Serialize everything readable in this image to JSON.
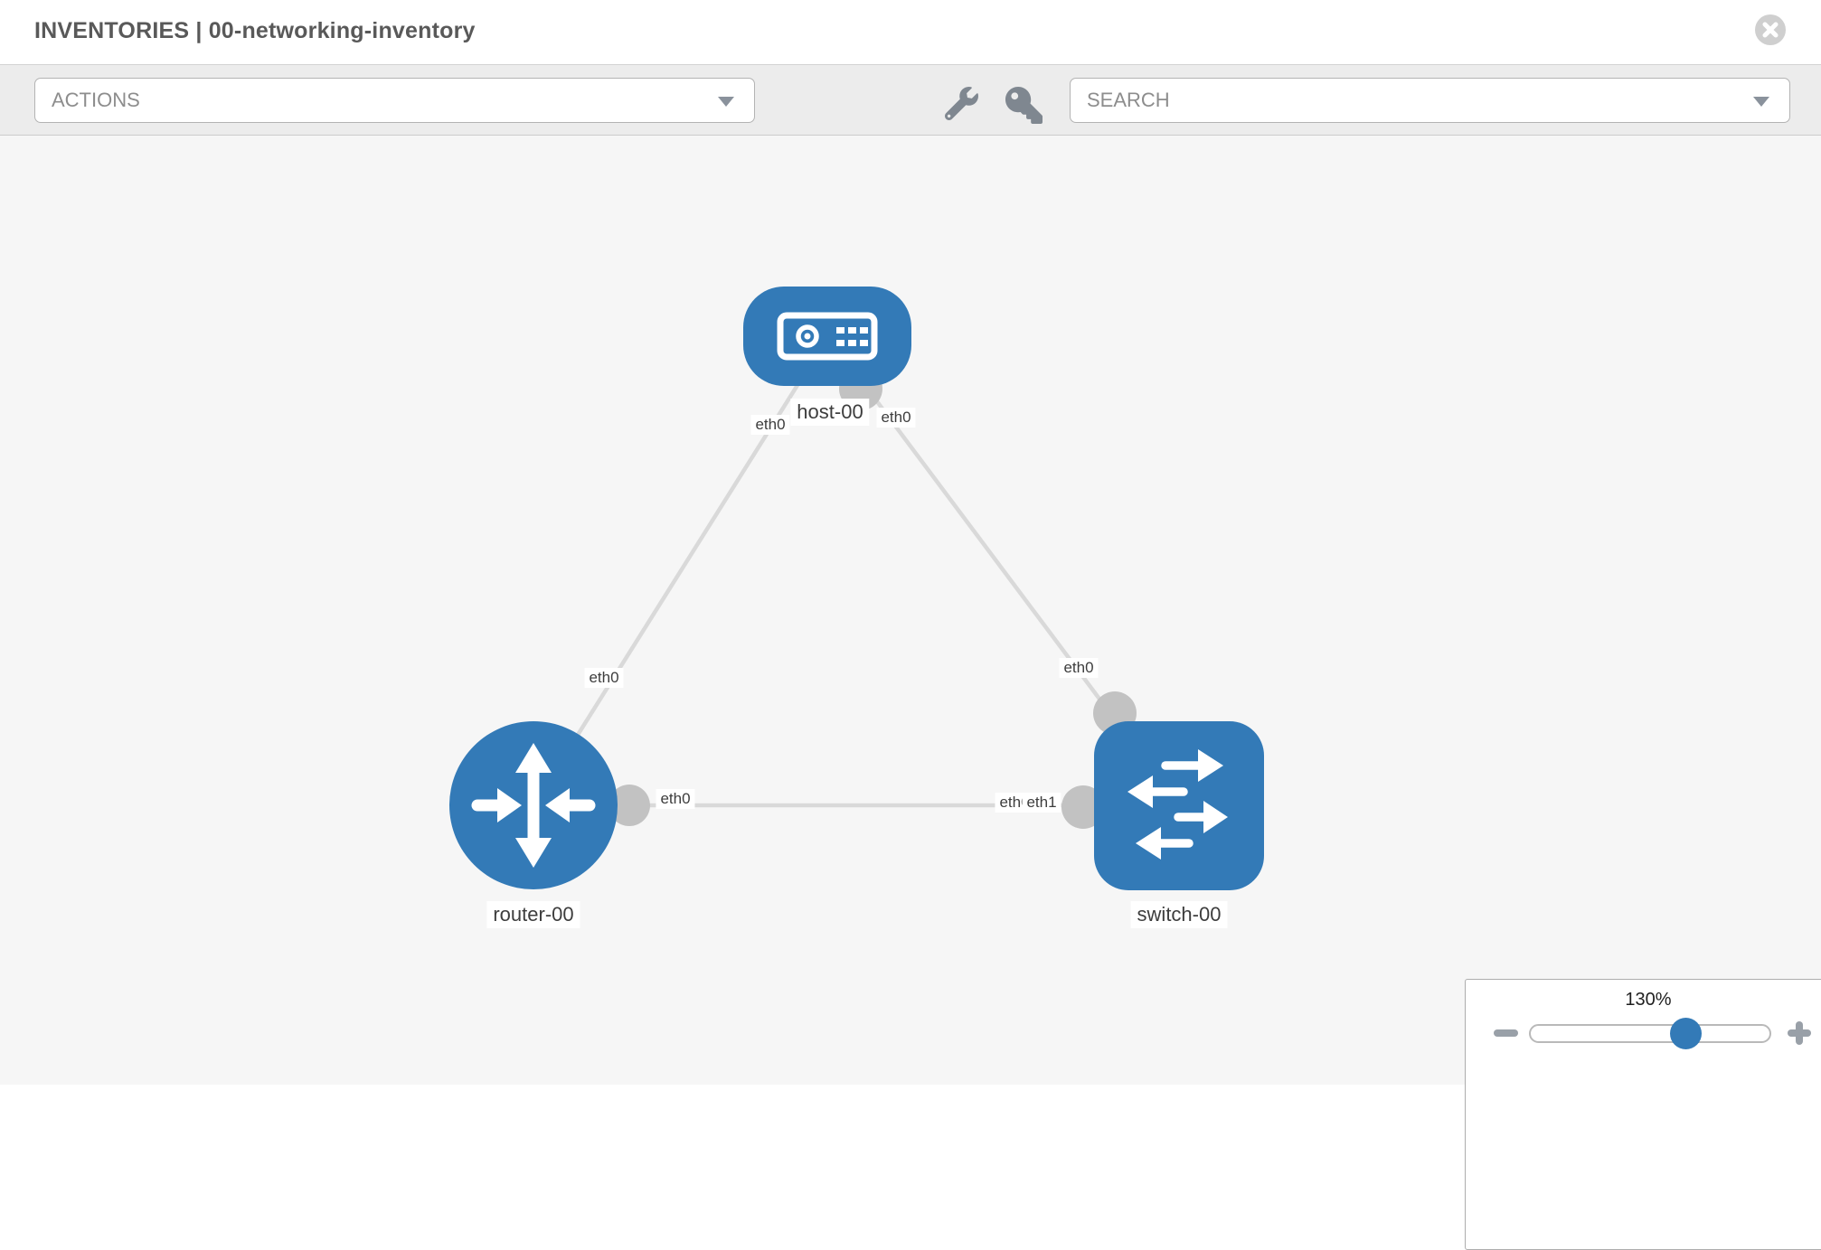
{
  "header": {
    "title": "INVENTORIES | 00-networking-inventory"
  },
  "toolbar": {
    "actions_label": "ACTIONS",
    "search_placeholder": "SEARCH",
    "icons": [
      "wrench-icon",
      "key-icon"
    ]
  },
  "topology": {
    "nodes": [
      {
        "id": "host-00",
        "type": "host",
        "label": "host-00"
      },
      {
        "id": "router-00",
        "type": "router",
        "label": "router-00"
      },
      {
        "id": "switch-00",
        "type": "switch",
        "label": "switch-00"
      }
    ],
    "links": [
      {
        "source": "host-00",
        "target": "router-00",
        "source_interface": "eth0",
        "target_interface": "eth0"
      },
      {
        "source": "host-00",
        "target": "switch-00",
        "source_interface": "eth0",
        "target_interface": "eth0"
      },
      {
        "source": "router-00",
        "target": "switch-00",
        "source_interface": "eth0",
        "target_interface": "eth1",
        "overlapped_interface": "eth0"
      }
    ]
  },
  "zoom_control": {
    "level": "130%"
  },
  "colors": {
    "node_fill": "#337ab7",
    "link_stroke": "#d9d9d9",
    "port_fill": "#c2c2c2",
    "canvas_bg": "#f6f6f6",
    "toolbar_bg": "#ececec",
    "icon_gray": "#7f8790",
    "label_text": "#3d3d3d"
  }
}
